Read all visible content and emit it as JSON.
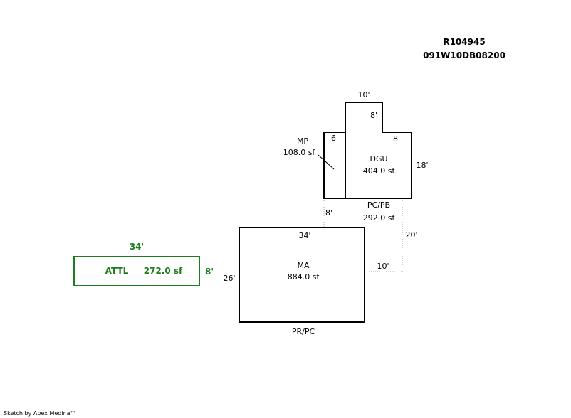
{
  "header": {
    "parcel_id": "R104945",
    "map_number": "091W10DB08200"
  },
  "dgu": {
    "label": "DGU",
    "area": "404.0 sf",
    "dim_top": "10'",
    "dim_notch_height": "8'",
    "dim_notch_width": "8'",
    "dim_right": "18'"
  },
  "mp": {
    "label": "MP",
    "area": "108.0 sf",
    "dim_width": "6'"
  },
  "pcpb": {
    "label": "PC/PB",
    "area": "292.0 sf",
    "dim_left": "8'",
    "dim_right": "20'",
    "dim_bottom": "10'"
  },
  "ma": {
    "label": "MA",
    "area": "884.0 sf",
    "dim_top": "34'",
    "dim_left": "26'",
    "below_label": "PR/PC"
  },
  "attl": {
    "label": "ATTL",
    "area": "272.0 sf",
    "dim_top": "34'",
    "dim_right": "8'",
    "color": "#1e7b1e"
  },
  "footer": "Sketch by Apex Medina™"
}
